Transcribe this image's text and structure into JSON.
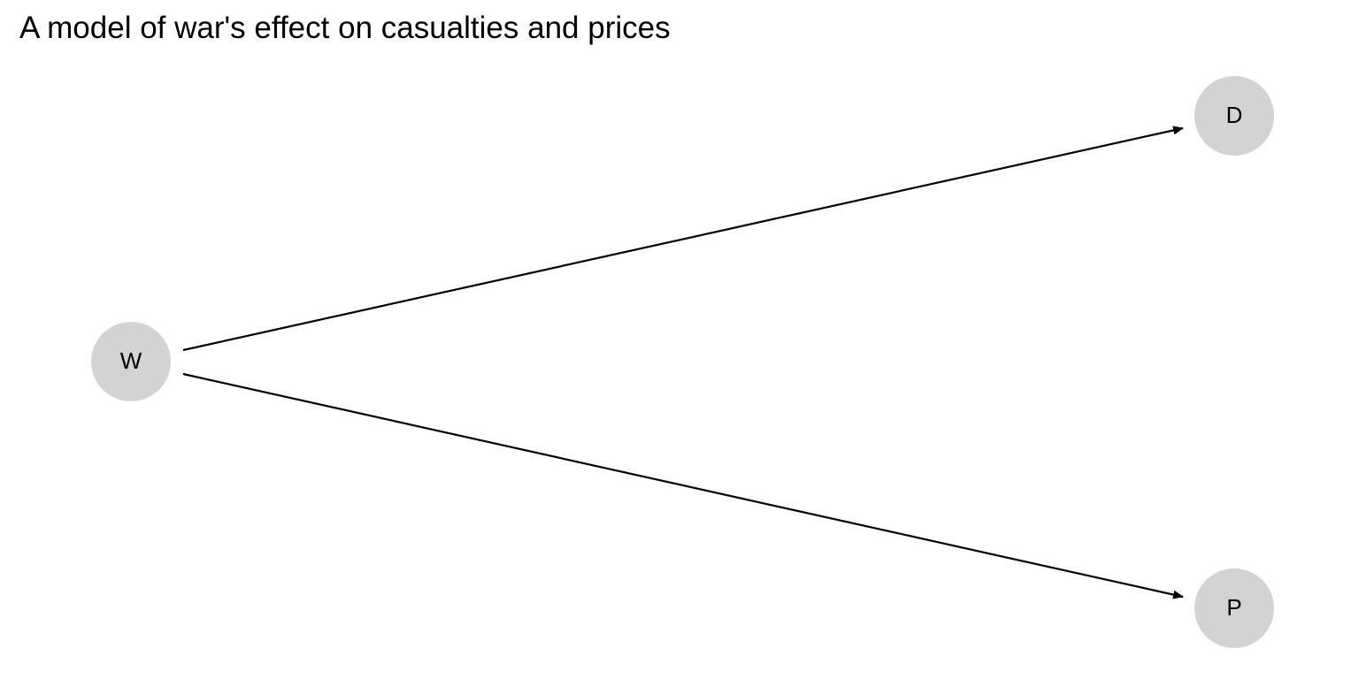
{
  "title": "A model of war's effect on casualties and prices",
  "nodes": [
    {
      "id": "W",
      "label": "W"
    },
    {
      "id": "D",
      "label": "D"
    },
    {
      "id": "P",
      "label": "P"
    }
  ],
  "edges": [
    {
      "from": "W",
      "to": "D"
    },
    {
      "from": "W",
      "to": "P"
    }
  ],
  "colors": {
    "node_fill": "#d3d3d3",
    "edge": "#000000",
    "text": "#000000",
    "background": "#ffffff"
  }
}
